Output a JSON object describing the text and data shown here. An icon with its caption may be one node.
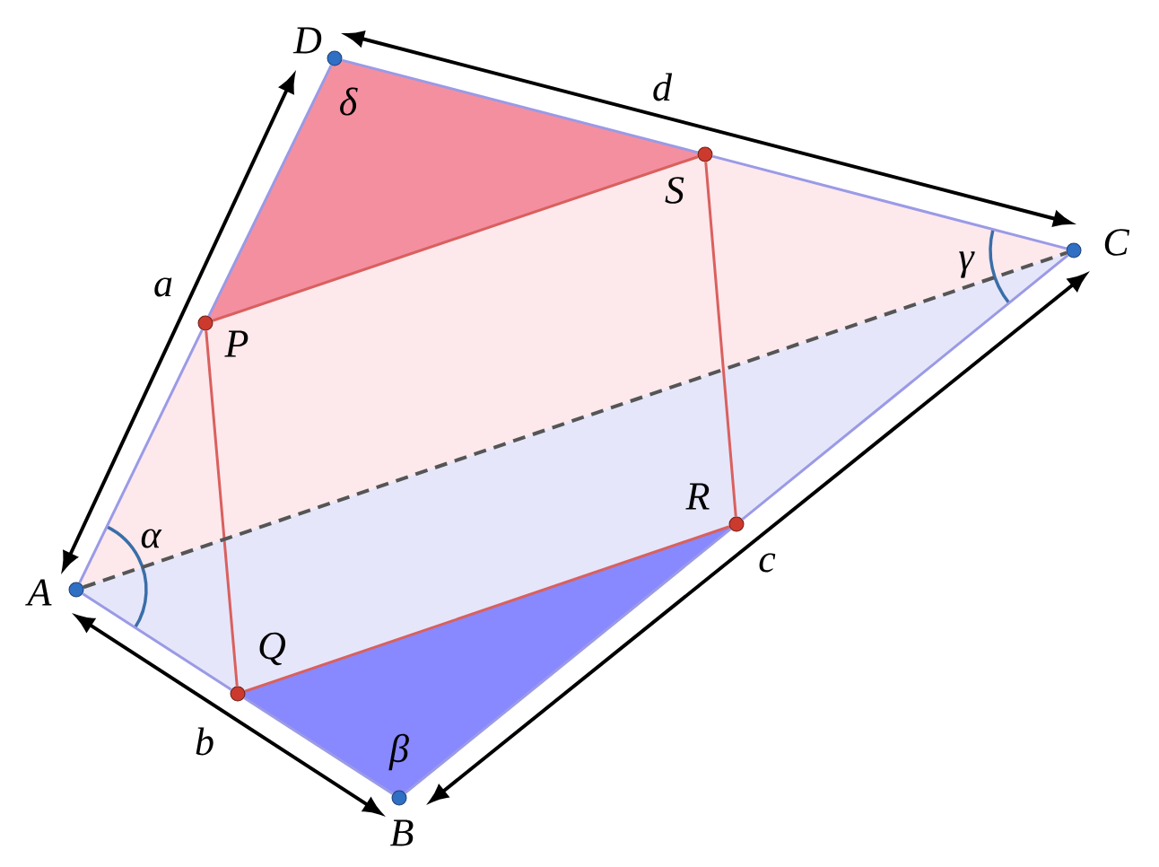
{
  "diagram": {
    "nodes": [
      {
        "text": [
          "D"
        ]
      },
      {
        "text": [
          "S"
        ]
      },
      {
        "text": [
          "C"
        ]
      },
      {
        "text": [
          "P"
        ]
      },
      {
        "text": [
          "R"
        ]
      },
      {
        "text": [
          "A"
        ]
      },
      {
        "text": [
          "Q"
        ]
      },
      {
        "text": [
          "B"
        ]
      }
    ],
    "edges": [
      {
        "from": 5,
        "to": 3,
        "arrow": "none"
      },
      {
        "from": 3,
        "to": 0,
        "arrow": "none"
      },
      {
        "from": 0,
        "to": 1,
        "arrow": "none"
      },
      {
        "from": 1,
        "to": 2,
        "arrow": "none"
      },
      {
        "from": 2,
        "to": 4,
        "arrow": "none"
      },
      {
        "from": 4,
        "to": 7,
        "arrow": "none"
      },
      {
        "from": 7,
        "to": 6,
        "arrow": "none"
      },
      {
        "from": 6,
        "to": 5,
        "arrow": "none"
      },
      {
        "from": 3,
        "to": 1,
        "arrow": "none",
        "color": "#d9605e"
      },
      {
        "from": 1,
        "to": 4,
        "arrow": "none",
        "color": "#d9605e"
      },
      {
        "from": 4,
        "to": 6,
        "arrow": "none",
        "color": "#d9605e"
      },
      {
        "from": 6,
        "to": 3,
        "arrow": "none",
        "color": "#d9605e"
      },
      {
        "from": 5,
        "to": 2,
        "arrow": "none",
        "style": "dashed",
        "color": "#555555"
      }
    ],
    "labels": [
      "d",
      "δ",
      "γ",
      "a",
      "α",
      "c",
      "b",
      "β"
    ]
  }
}
